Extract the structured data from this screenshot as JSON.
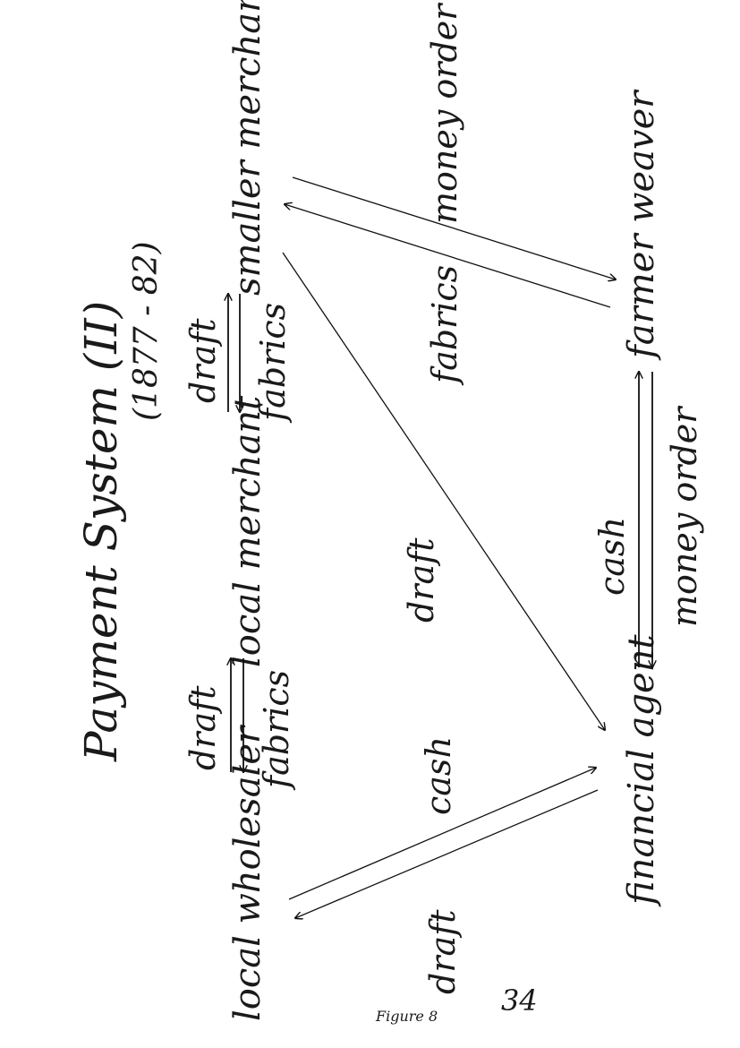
{
  "title": "Payment System (II)",
  "subtitle": "(1877 - 82)",
  "nodes": {
    "smaller_merchant": "smaller merchant",
    "local_merchant": "local merchant",
    "local_wholesaler": "local wholesaler",
    "farmer_weaver": "farmer weaver",
    "financial_agent": "financial agent"
  },
  "flows": {
    "money_order_top": "money order",
    "fabrics_center": "fabrics",
    "draft_lm_sm": "draft",
    "fabrics_lm_sm": "fabrics",
    "draft_lw_lm": "draft",
    "fabrics_lw_lm": "fabrics",
    "draft_center": "draft",
    "cash_lw_fa": "cash",
    "draft_lw_fa": "draft",
    "cash_fa_fw": "cash",
    "money_order_fa_fw": "money order"
  },
  "caption": "Figure 8",
  "page_number": "34"
}
